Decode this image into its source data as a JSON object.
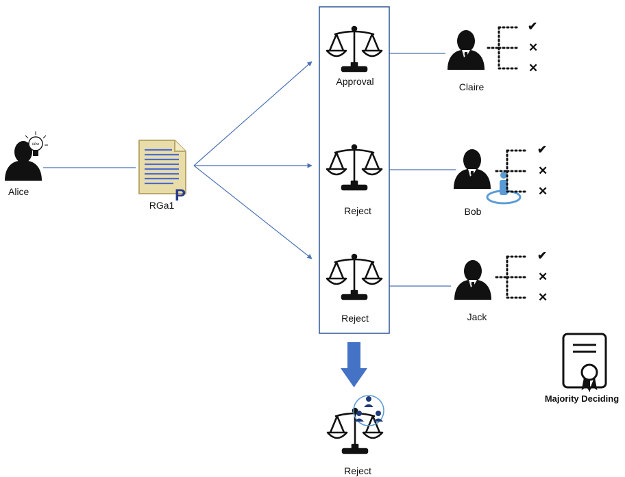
{
  "author": {
    "name": "Alice",
    "icon": "person-with-idea-lightbulb-icon",
    "bulb_text": "idea"
  },
  "document": {
    "name": "RGa1",
    "icon": "document-icon",
    "badge": "P"
  },
  "voters": [
    {
      "name": "Claire",
      "verdict": "Approval",
      "checklist": [
        "✔",
        "✕",
        "✕"
      ]
    },
    {
      "name": "Bob",
      "verdict": "Reject",
      "checklist": [
        "✔",
        "✕",
        "✕"
      ]
    },
    {
      "name": "Jack",
      "verdict": "Reject",
      "checklist": [
        "✔",
        "✕",
        "✕"
      ]
    }
  ],
  "result": {
    "verdict": "Reject",
    "icon": "balance-scale-with-group-icon"
  },
  "certificate": {
    "label": "Majority Deciding",
    "icon": "certificate-icon"
  },
  "colors": {
    "line": "#4a72b4",
    "arrow": "#4472c4",
    "box": "#2f5597",
    "person": "#111111",
    "accent": "#5b9bd5"
  }
}
